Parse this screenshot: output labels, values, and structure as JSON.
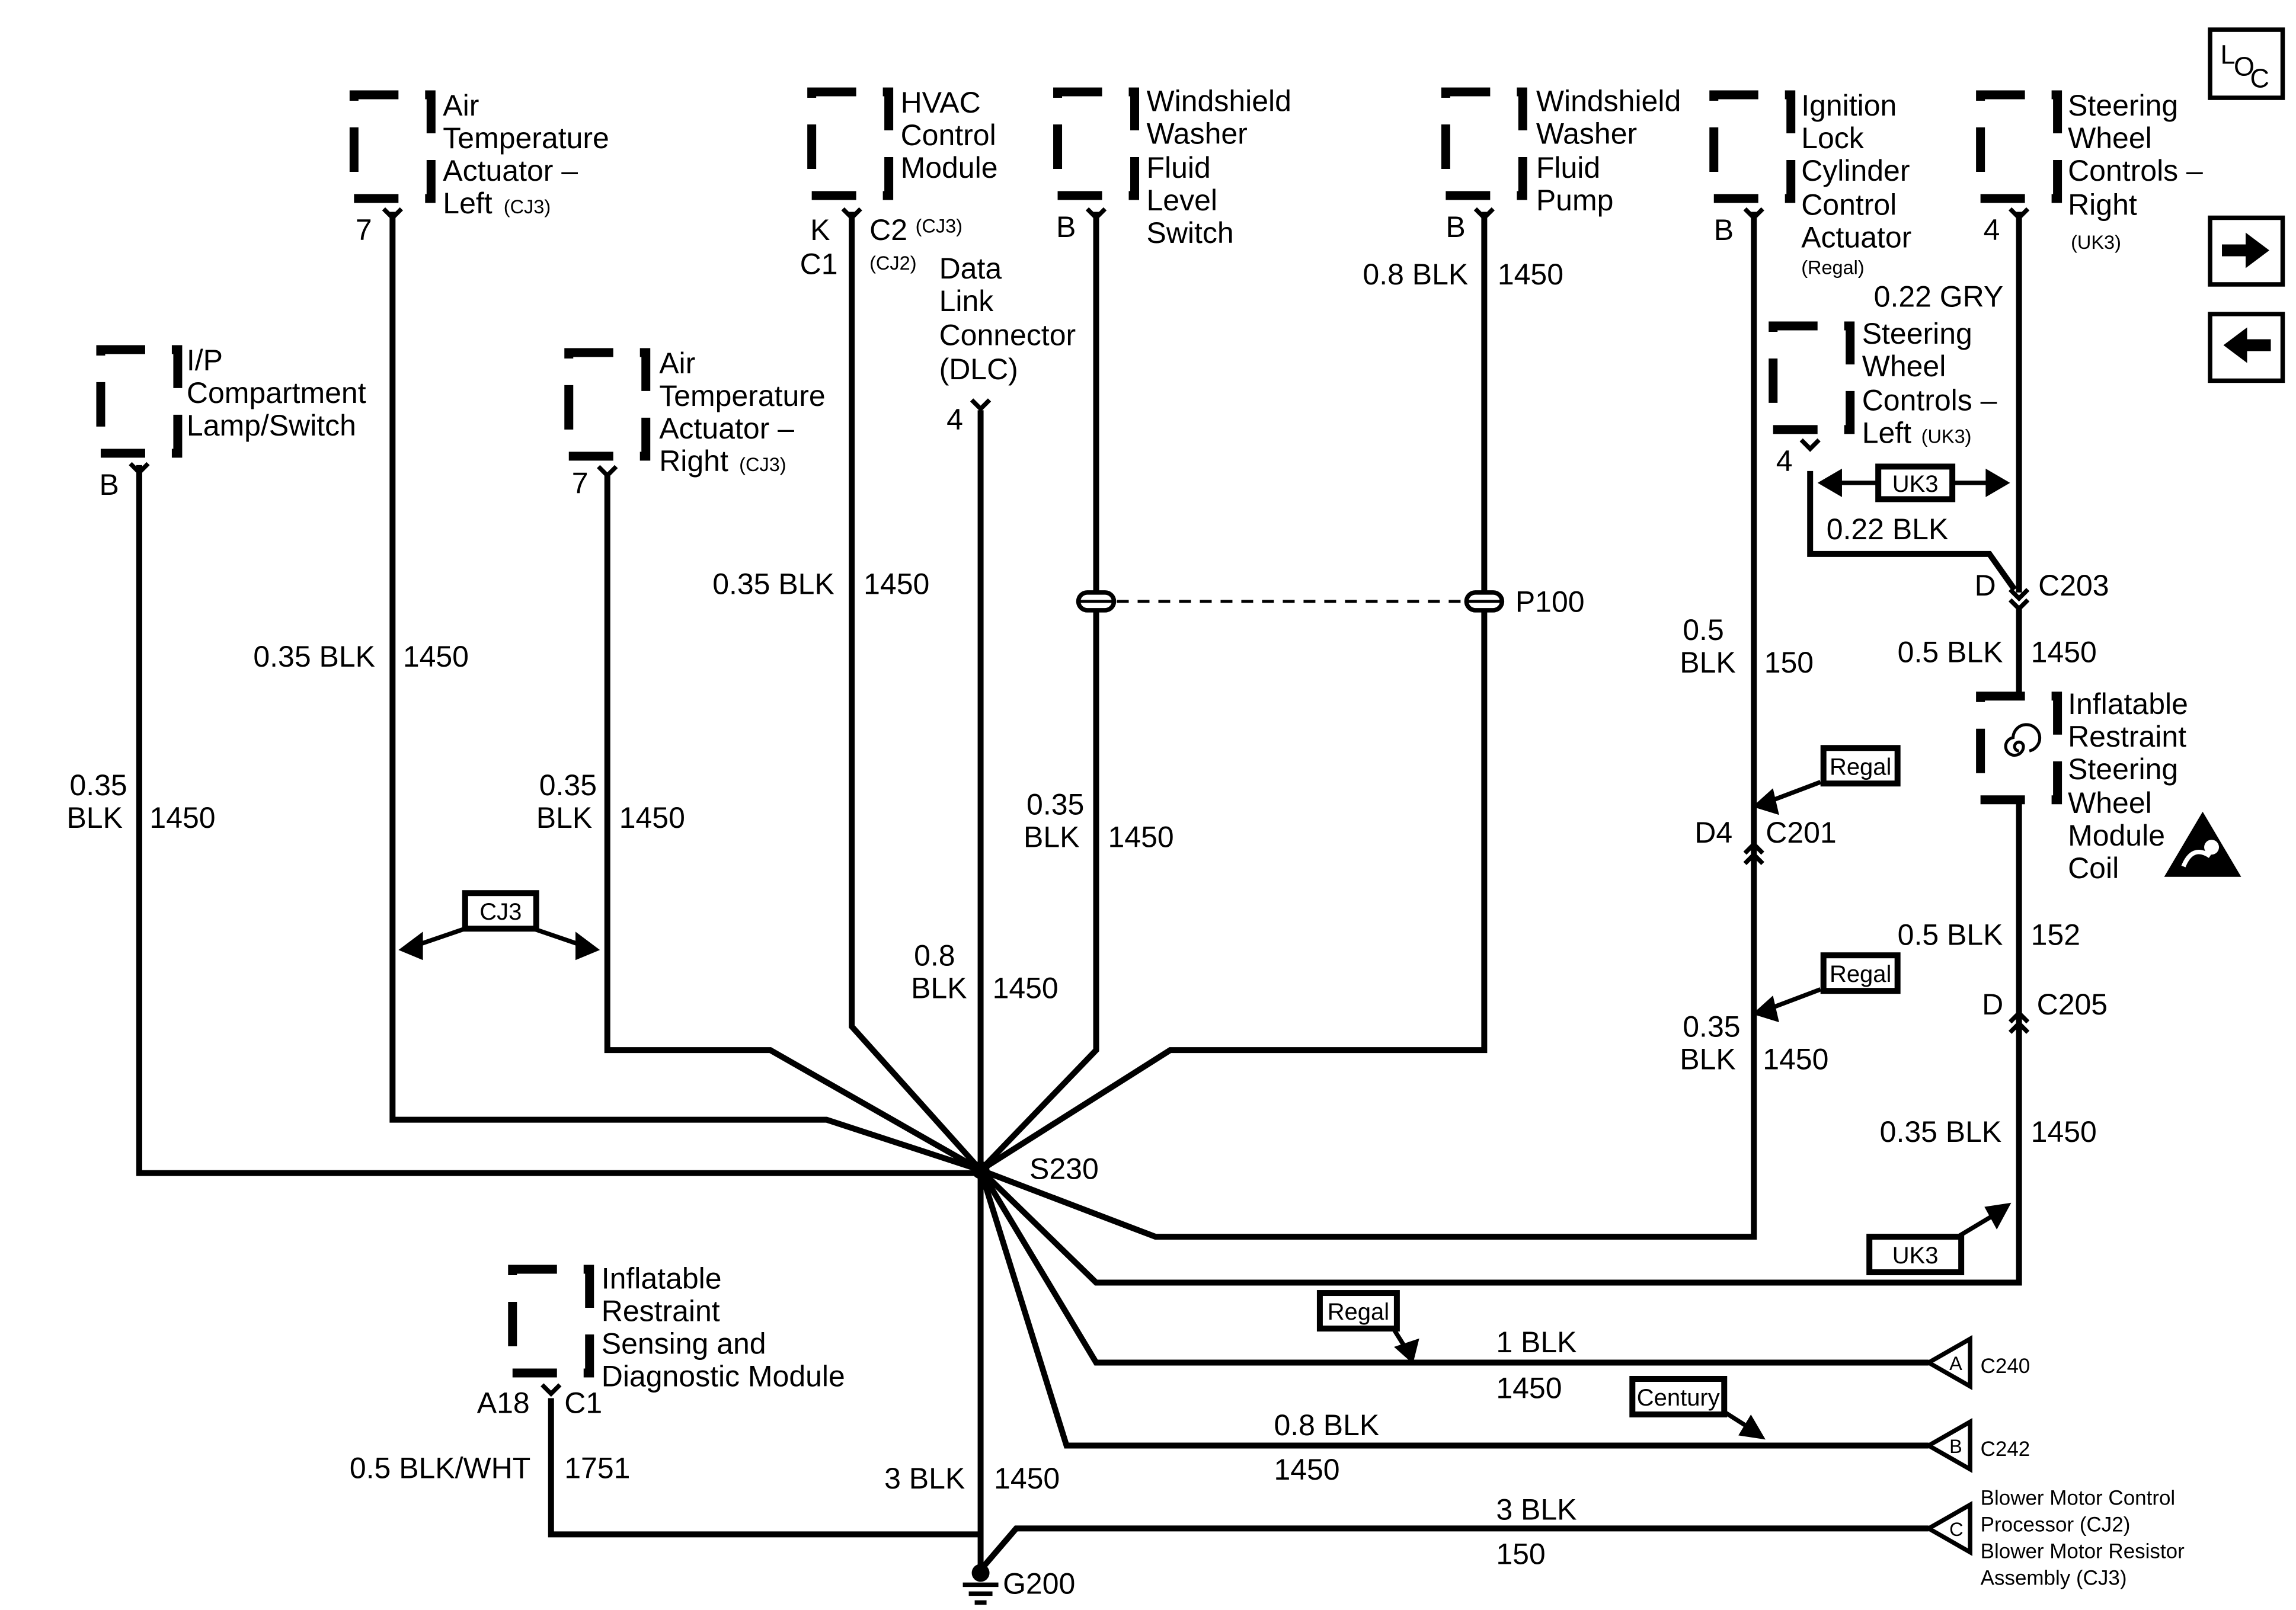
{
  "nav": {
    "loc": [
      "L",
      "O",
      "C"
    ]
  },
  "components": {
    "ip_lamp": [
      "I/P",
      "Compartment",
      "Lamp/Switch"
    ],
    "air_temp_left": [
      "Air",
      "Temperature",
      "Actuator –",
      "Left"
    ],
    "air_temp_left_opt": "(CJ3)",
    "air_temp_right": [
      "Air",
      "Temperature",
      "Actuator –",
      "Right"
    ],
    "air_temp_right_opt": "(CJ3)",
    "hvac": [
      "HVAC",
      "Control",
      "Module"
    ],
    "dlc": [
      "Data",
      "Link",
      "Connector",
      "(DLC)"
    ],
    "washer_switch": [
      "Windshield",
      "Washer",
      "Fluid",
      "Level",
      "Switch"
    ],
    "washer_pump": [
      "Windshield",
      "Washer",
      "Fluid",
      "Pump"
    ],
    "ignition": [
      "Ignition",
      "Lock",
      "Cylinder",
      "Control",
      "Actuator"
    ],
    "ignition_opt": "(Regal)",
    "swc_right": [
      "Steering",
      "Wheel",
      "Controls –",
      "Right"
    ],
    "swc_right_opt": "(UK3)",
    "swc_left": [
      "Steering",
      "Wheel",
      "Controls –",
      "Left"
    ],
    "swc_left_opt": "(UK3)",
    "coil": [
      "Inflatable",
      "Restraint",
      "Steering",
      "Wheel",
      "Module",
      "Coil"
    ],
    "sdm": [
      "Inflatable",
      "Restraint",
      "Sensing and",
      "Diagnostic Module"
    ],
    "blower": [
      "Blower Motor Control",
      "Processor (CJ2)",
      "Blower Motor Resistor",
      "Assembly (CJ3)"
    ]
  },
  "pins": {
    "ip_lamp": "B",
    "air_temp_left": "7",
    "air_temp_right": "7",
    "hvac_k": "K",
    "hvac_c2": "C2",
    "hvac_c2_opt": "(CJ3)",
    "hvac_c1": "C1",
    "hvac_c1_opt": "(CJ2)",
    "dlc": "4",
    "washer_switch": "B",
    "washer_pump": "B",
    "ignition": "B",
    "swc_right": "4",
    "swc_left": "4",
    "sdm_a18": "A18",
    "sdm_c1": "C1"
  },
  "wires": {
    "ip_lamp": [
      "0.35",
      "BLK",
      "1450"
    ],
    "air_temp_left": [
      "0.35 BLK",
      "1450"
    ],
    "air_temp_right": [
      "0.35",
      "BLK",
      "1450"
    ],
    "hvac": [
      "0.35 BLK",
      "1450"
    ],
    "dlc": [
      "0.8",
      "BLK",
      "1450"
    ],
    "washer_switch": [
      "0.35",
      "BLK",
      "1450"
    ],
    "washer_pump": [
      "0.8 BLK",
      "1450"
    ],
    "ignition_top": [
      "0.5",
      "BLK",
      "150"
    ],
    "ignition_bottom": [
      "0.35",
      "BLK",
      "1450"
    ],
    "swc_right": "0.22 GRY",
    "swc_left": "0.22 BLK",
    "c203_to_coil": [
      "0.5 BLK",
      "1450"
    ],
    "coil_to_c205": [
      "0.5 BLK",
      "152"
    ],
    "c205_down": [
      "0.35 BLK",
      "1450"
    ],
    "c240": [
      "1 BLK",
      "1450"
    ],
    "c242": [
      "0.8 BLK",
      "1450"
    ],
    "sdm": [
      "0.5 BLK/WHT",
      "1751"
    ],
    "ground": [
      "3 BLK",
      "1450"
    ],
    "blower": [
      "3 BLK",
      "150"
    ]
  },
  "connectors": {
    "p100": "P100",
    "c203": [
      "D",
      "C203"
    ],
    "c201": [
      "D4",
      "C201"
    ],
    "c205": [
      "D",
      "C205"
    ],
    "c240": [
      "A",
      "C240"
    ],
    "c242": [
      "B",
      "C242"
    ],
    "blower": "C"
  },
  "splice": "S230",
  "ground": "G200",
  "options": {
    "cj3": "CJ3",
    "uk3_top": "UK3",
    "uk3_bottom": "UK3",
    "regal_c201": "Regal",
    "regal_lower": "Regal",
    "regal_c240": "Regal",
    "century": "Century"
  }
}
